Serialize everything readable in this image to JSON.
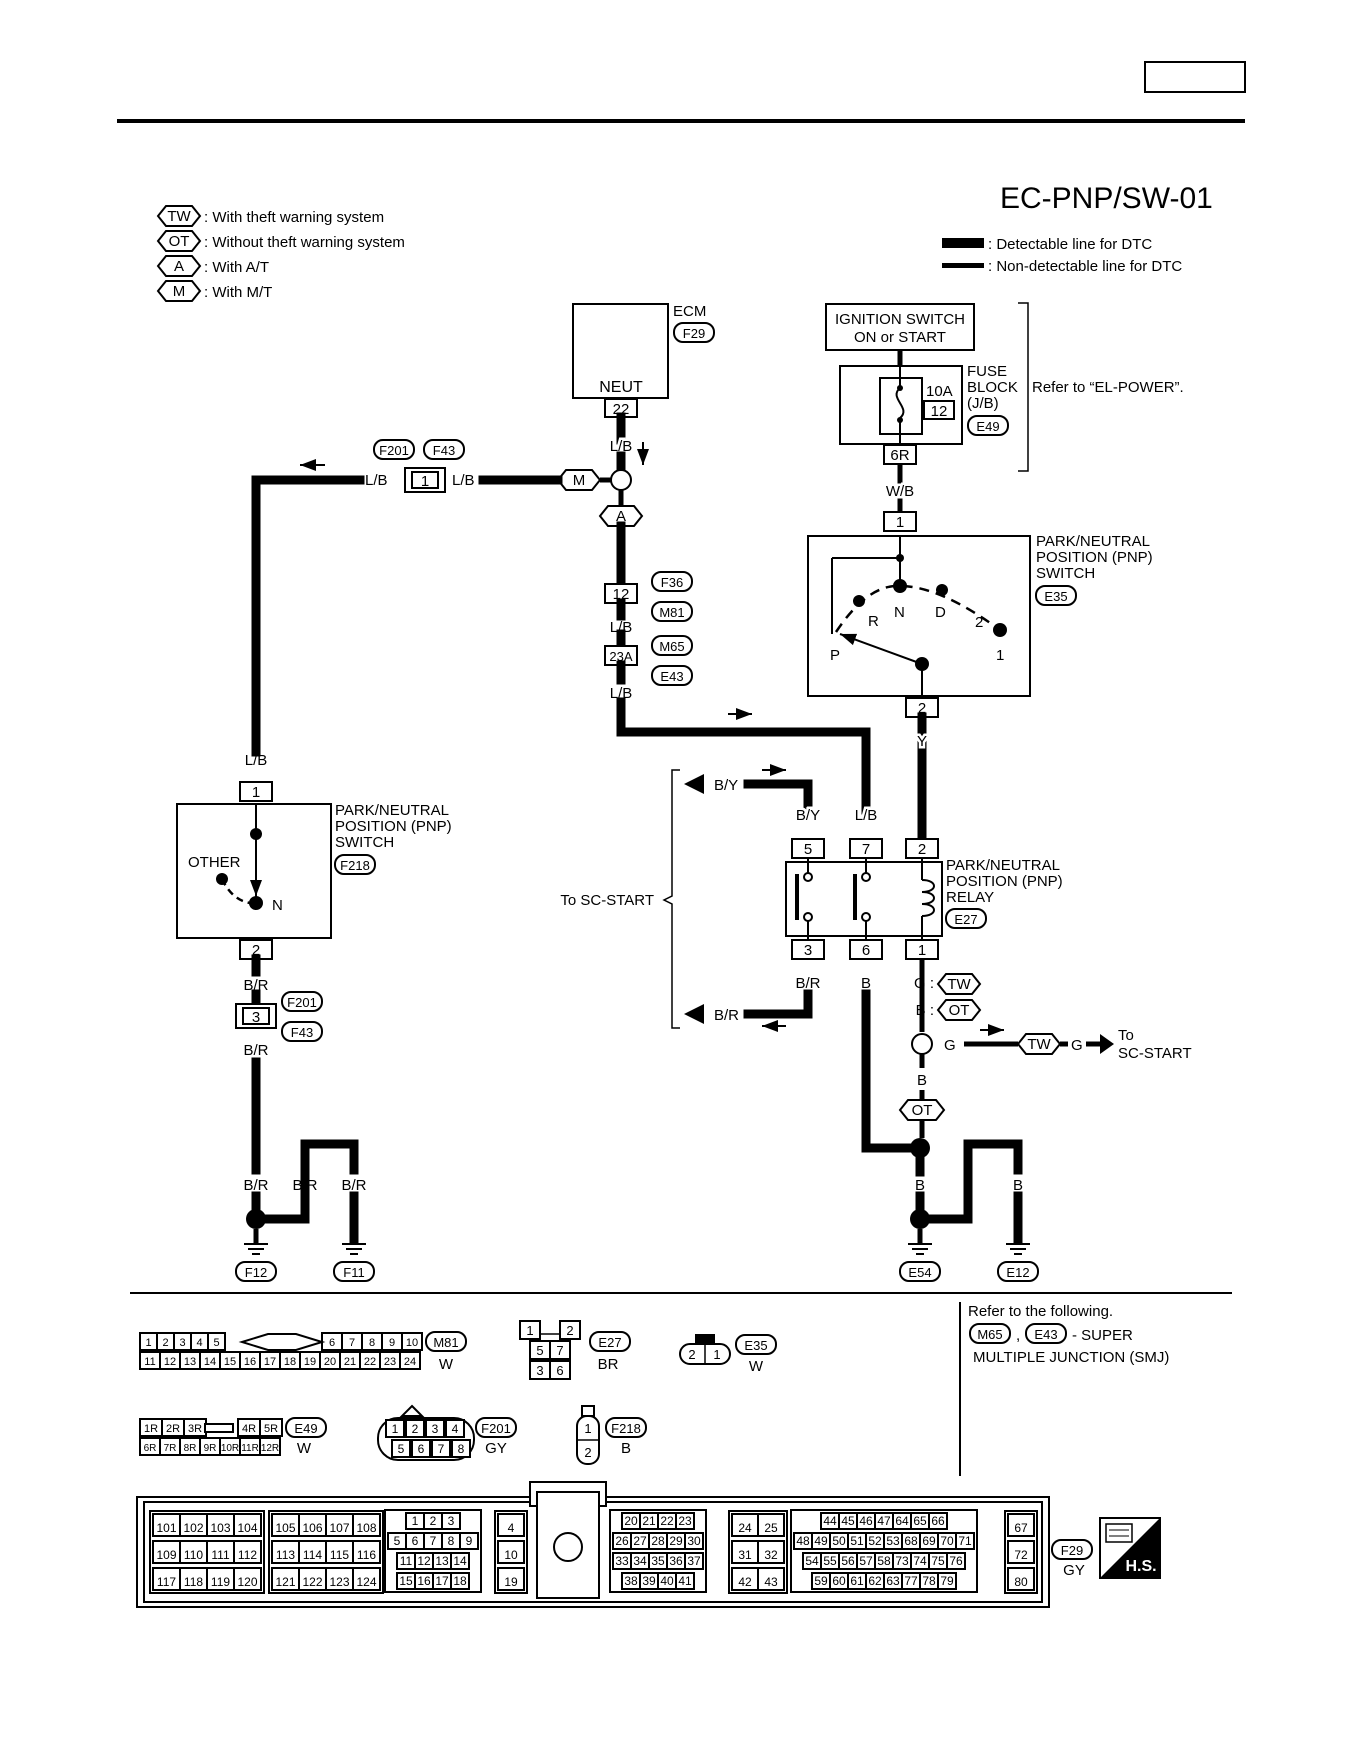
{
  "header": {
    "diagram_id": "EC-PNP/SW-01"
  },
  "option_legend": [
    {
      "code": "TW",
      "text": ": With theft warning system"
    },
    {
      "code": "OT",
      "text": ": Without theft warning system"
    },
    {
      "code": "A",
      "text": ": With A/T"
    },
    {
      "code": "M",
      "text": ": With M/T"
    }
  ],
  "line_legend": {
    "detectable": ": Detectable line for DTC",
    "non_detectable": ": Non-detectable line for DTC"
  },
  "ecm": {
    "name": "ECM",
    "connector": "F29",
    "terminal_name": "NEUT",
    "pin": "22"
  },
  "ignition": {
    "line1": "IGNITION SWITCH",
    "line2": "ON or START"
  },
  "fuse_block": {
    "line1": "FUSE",
    "line2": "BLOCK",
    "line3": "(J/B)",
    "fuse_rating": "10A",
    "fuse_no": "12",
    "connector": "E49",
    "terminal": "6R",
    "refer": "Refer to “EL-POWER”."
  },
  "wires": {
    "lb": "L/B",
    "wb": "W/B",
    "y": "Y",
    "by": "B/Y",
    "br": "B/R",
    "b": "B",
    "g": "G"
  },
  "joint_connectors": {
    "f201": "F201",
    "f43": "F43",
    "pin1": "1",
    "pin3": "3",
    "f36": "F36",
    "m81": "M81",
    "m65": "M65",
    "e43": "E43",
    "pin12": "12",
    "pin23a": "23A"
  },
  "pnp_switch_at": {
    "line1": "PARK/NEUTRAL",
    "line2": "POSITION (PNP)",
    "line3": "SWITCH",
    "connector": "E35",
    "pin_top": "1",
    "pin_bottom": "2",
    "positions": {
      "p": "P",
      "r": "R",
      "n": "N",
      "d": "D",
      "two": "2",
      "one": "1"
    }
  },
  "pnp_switch_mt": {
    "line1": "PARK/NEUTRAL",
    "line2": "POSITION (PNP)",
    "line3": "SWITCH",
    "connector": "F218",
    "pin_top": "1",
    "pin_bottom": "2",
    "other": "OTHER",
    "neutral": "N"
  },
  "pnp_relay": {
    "line1": "PARK/NEUTRAL",
    "line2": "POSITION (PNP)",
    "line3": "RELAY",
    "connector": "E27",
    "pins_top": [
      "5",
      "7",
      "2"
    ],
    "pins_bottom": [
      "3",
      "6",
      "1"
    ]
  },
  "to_sc_start": {
    "left": "To SC-START",
    "right1": "To",
    "right2": "SC-START"
  },
  "option_wire_labels": {
    "g_tw": "G :",
    "b_ot": "B :"
  },
  "grounds": {
    "f12": "F12",
    "f11": "F11",
    "e54": "E54",
    "e12": "E12"
  },
  "connector_views": {
    "m81": {
      "id": "M81",
      "color": "W",
      "row1a": [
        "1",
        "2",
        "3",
        "4",
        "5"
      ],
      "row1b": [
        "6",
        "7",
        "8",
        "9",
        "10"
      ],
      "row2": [
        "11",
        "12",
        "13",
        "14",
        "15",
        "16",
        "17",
        "18",
        "19",
        "20",
        "21",
        "22",
        "23",
        "24"
      ]
    },
    "e27": {
      "id": "E27",
      "color": "BR",
      "pins": [
        "1",
        "2",
        "5",
        "7",
        "3",
        "6"
      ]
    },
    "e35": {
      "id": "E35",
      "color": "W",
      "pins": [
        "2",
        "1"
      ]
    },
    "e49": {
      "id": "E49",
      "color": "W",
      "row1a": [
        "1R",
        "2R",
        "3R"
      ],
      "row1b": [
        "4R",
        "5R"
      ],
      "row2": [
        "6R",
        "7R",
        "8R",
        "9R",
        "10R",
        "11R",
        "12R"
      ]
    },
    "f201": {
      "id": "F201",
      "color": "GY",
      "pins": [
        "1",
        "2",
        "3",
        "4",
        "5",
        "6",
        "7",
        "8"
      ]
    },
    "f218": {
      "id": "F218",
      "color": "B",
      "pins": [
        "1",
        "2"
      ]
    },
    "f29": {
      "id": "F29",
      "color": "GY"
    }
  },
  "refer_note": {
    "line1": "Refer to the following.",
    "c1": "M65",
    "c2": "E43",
    "sep": ",",
    "suffix": "- SUPER",
    "line3": "MULTIPLE JUNCTION (SMJ)"
  },
  "ecm_connector": {
    "b1": [
      [
        "101",
        "102",
        "103",
        "104"
      ],
      [
        "109",
        "110",
        "111",
        "112"
      ],
      [
        "117",
        "118",
        "119",
        "120"
      ]
    ],
    "b2": [
      [
        "105",
        "106",
        "107",
        "108"
      ],
      [
        "113",
        "114",
        "115",
        "116"
      ],
      [
        "121",
        "122",
        "123",
        "124"
      ]
    ],
    "b3": [
      [
        "1",
        "2",
        "3"
      ],
      [
        "5",
        "6",
        "7",
        "8",
        "9"
      ],
      [
        "11",
        "12",
        "13",
        "14"
      ],
      [
        "15",
        "16",
        "17",
        "18"
      ]
    ],
    "b4": [
      "4",
      "10",
      "19"
    ],
    "b5": [
      [
        "20",
        "21",
        "22",
        "23"
      ],
      [
        "26",
        "27",
        "28",
        "29",
        "30"
      ],
      [
        "33",
        "34",
        "35",
        "36",
        "37"
      ],
      [
        "38",
        "39",
        "40",
        "41"
      ]
    ],
    "b6": [
      [
        "24",
        "25"
      ],
      [
        "31",
        "32"
      ],
      [
        "42",
        "43"
      ]
    ],
    "b7": [
      [
        "44",
        "45",
        "46",
        "47",
        "64",
        "65",
        "66"
      ],
      [
        "48",
        "49",
        "50",
        "51",
        "52",
        "53",
        "68",
        "69",
        "70",
        "71"
      ],
      [
        "54",
        "55",
        "56",
        "57",
        "58",
        "73",
        "74",
        "75",
        "76"
      ],
      [
        "59",
        "60",
        "61",
        "62",
        "63",
        "77",
        "78",
        "79"
      ]
    ],
    "b8": [
      "67",
      "72",
      "80"
    ]
  },
  "hs_badge": "H.S."
}
